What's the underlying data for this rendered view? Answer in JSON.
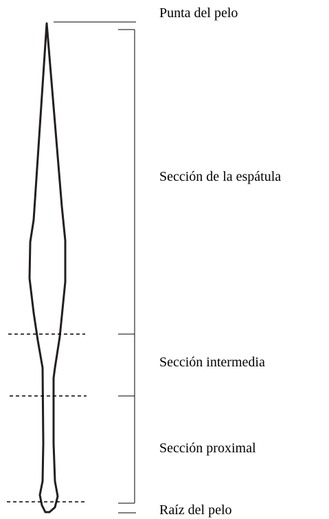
{
  "labels": {
    "tip": "Punta del pelo",
    "shield": "Sección de la espátula",
    "intermediate": "Sección intermedia",
    "proximal": "Sección proximal",
    "root": "Raíz del pelo"
  },
  "colors": {
    "line": "#000000",
    "outline": "#231f20",
    "background": "#ffffff"
  }
}
